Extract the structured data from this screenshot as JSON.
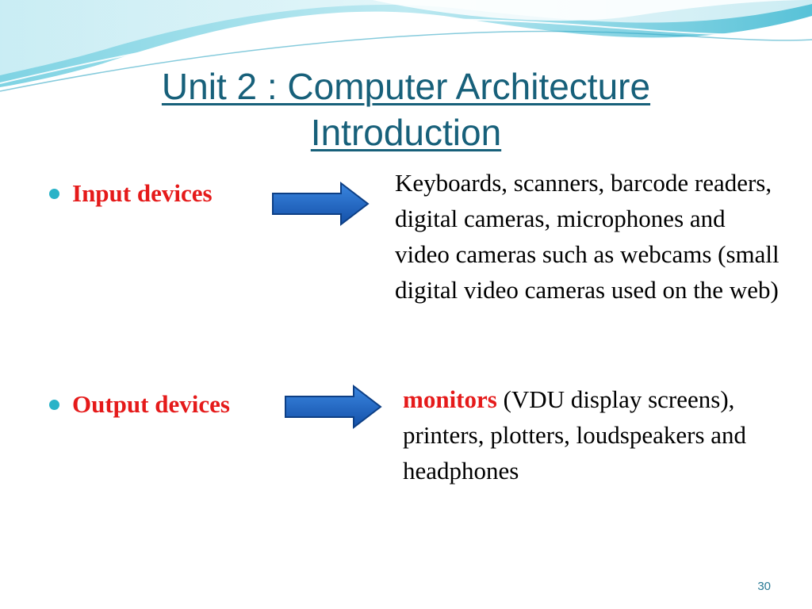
{
  "slide": {
    "title_line1": "Unit 2 : Computer Architecture",
    "title_line2": "Introduction",
    "input": {
      "label": "Input devices",
      "description": "Keyboards, scanners, barcode readers, digital cameras, microphones and video cameras such as webcams (small digital video cameras used on the web)"
    },
    "output": {
      "label": "Output devices",
      "highlight": "monitors",
      "description": "(VDU display screens), printers, plotters, loudspeakers and headphones"
    },
    "page_number": "30"
  },
  "colors": {
    "title": "#17607a",
    "label": "#e51a1a",
    "bullet": "#29b3c8",
    "arrow": "#1a5fbf"
  }
}
